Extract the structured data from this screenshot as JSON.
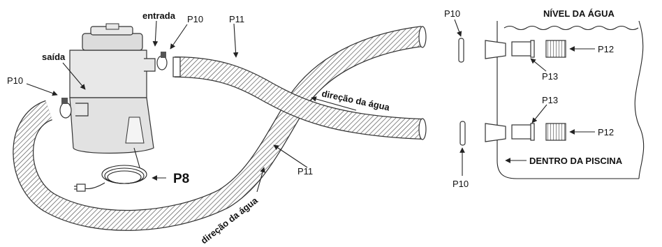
{
  "labels": {
    "entrada": "entrada",
    "saida": "saída",
    "p10_top": "P10",
    "p10_left": "P10",
    "p11_top": "P11",
    "p11_bottom": "P11",
    "p8": "P8",
    "direcao_1": "direção da água",
    "direcao_2": "direção da água",
    "p10_right_top": "P10",
    "p10_right_bottom": "P10",
    "nivel": "NÍVEL DA ÁGUA",
    "p12_top": "P12",
    "p12_bottom": "P12",
    "p13_top": "P13",
    "p13_bottom": "P13",
    "dentro": "DENTRO DA PISCINA"
  },
  "colors": {
    "line": "#222222",
    "hatch": "#555555",
    "pump": "#e6e6e6"
  }
}
